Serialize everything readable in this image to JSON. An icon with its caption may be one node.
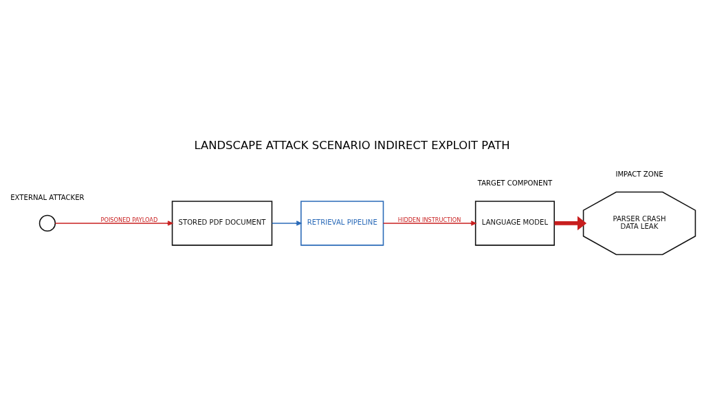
{
  "diagram": {
    "title": "LANDSCAPE ATTACK SCENARIO INDIRECT EXPLOIT PATH",
    "nodes": [
      {
        "text": [],
        "shape": "person",
        "beside": [
          "EXTERNAL ATTACKER"
        ]
      },
      {
        "text": [
          "STORED PDF DOCUMENT"
        ]
      },
      {
        "text": [
          "RETRIEVAL PIPELINE"
        ]
      },
      {
        "text": [
          "LANGUAGE MODEL"
        ],
        "beside": [
          "TARGET COMPONENT"
        ]
      },
      {
        "text": [
          "PARSER CRASH",
          "DATA LEAK"
        ],
        "beside": [
          "IMPACT ZONE"
        ]
      }
    ],
    "edges": [
      {
        "from": 0,
        "to": 1,
        "arrow": "to",
        "label": "POISONED PAYLOAD"
      },
      {
        "from": 1,
        "to": 2,
        "arrow": "to",
        "color": "#2a6ab8"
      },
      {
        "from": 2,
        "to": 3,
        "arrow": "to",
        "label": "HIDDEN INSTRUCTION"
      },
      {
        "from": 3,
        "to": 4,
        "arrow": "to",
        "style": "thick"
      }
    ]
  }
}
